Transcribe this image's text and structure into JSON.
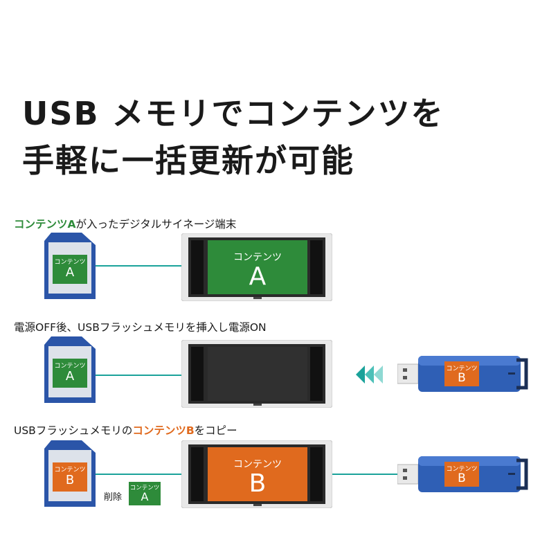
{
  "headline": {
    "line1": "USB メモリでコンテンツを",
    "line2": "手軽に一括更新が可能"
  },
  "steps": [
    {
      "caption_hl": "コンテンツA",
      "caption_rest": "が入ったデジタルサイネージ端末",
      "sd_small": "コンテンツ",
      "sd_big": "A",
      "screen_small": "コンテンツ",
      "screen_big": "A"
    },
    {
      "caption": "電源OFF後、USBフラッシュメモリを挿入し電源ON",
      "sd_small": "コンテンツ",
      "sd_big": "A",
      "usb_small": "コンテンツ",
      "usb_big": "B"
    },
    {
      "caption_pre": "USBフラッシュメモリの",
      "caption_hl": "コンテンツB",
      "caption_post": "をコピー",
      "sd_small": "コンテンツ",
      "sd_big": "B",
      "screen_small": "コンテンツ",
      "screen_big": "B",
      "usb_small": "コンテンツ",
      "usb_big": "B",
      "delete_note": "削除",
      "deleted_small": "コンテンツ",
      "deleted_big": "A"
    }
  ],
  "colors": {
    "content_a": "#2e8b3a",
    "content_b": "#e06a1e",
    "connector": "#1aa29a",
    "usb_body": "#2f5fb5"
  }
}
